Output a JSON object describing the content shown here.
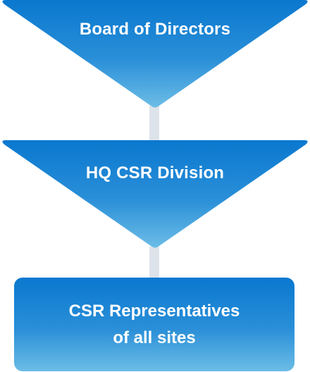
{
  "diagram": {
    "levels": [
      {
        "label": "Board of Directors"
      },
      {
        "label": "HQ CSR Division"
      }
    ],
    "box": {
      "line1": "CSR Representatives",
      "line2": "of all sites"
    }
  },
  "colors": {
    "gradient_top": "#0a78cf",
    "gradient_bottom": "#6cbde6",
    "connector": "#dde3eb",
    "text": "#ffffff"
  }
}
